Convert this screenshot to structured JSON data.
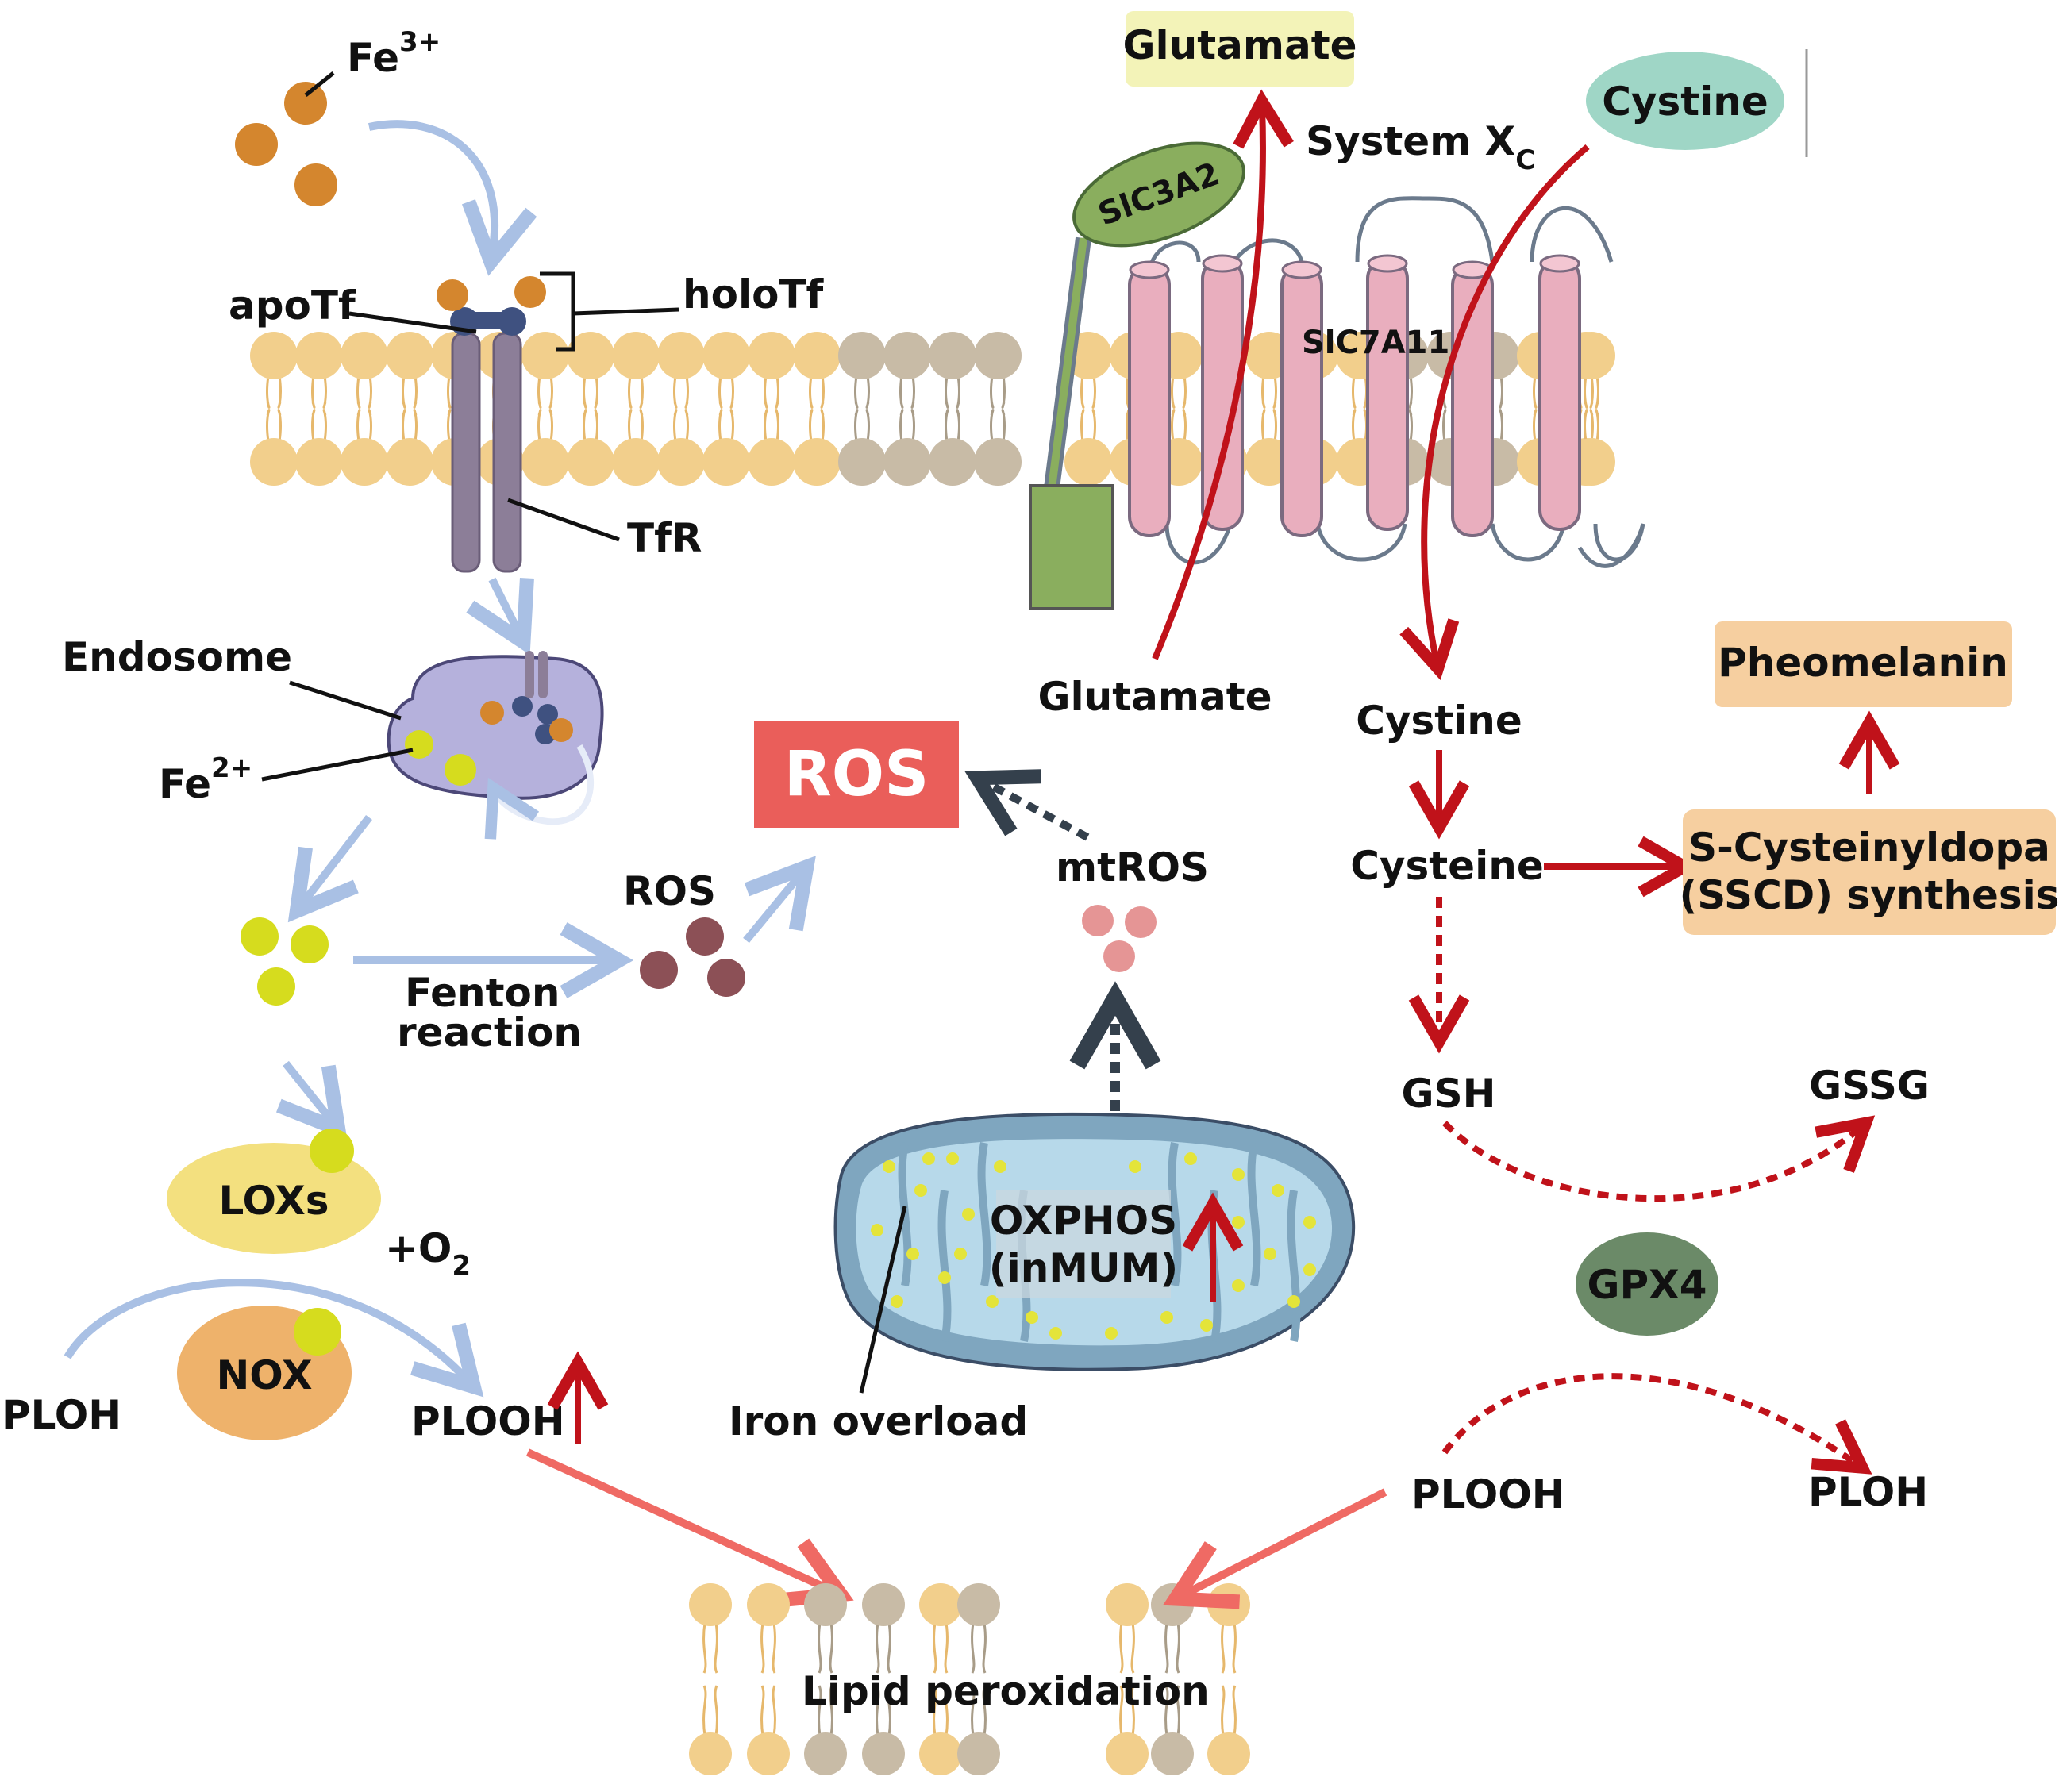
{
  "labels": {
    "fe3": "Fe",
    "fe3_sup": "3+",
    "apotf": "apoTf",
    "holotf": "holoTf",
    "tfr": "TfR",
    "endosome": "Endosome",
    "fe2": "Fe",
    "fe2_sup": "2+",
    "fenton_line1": "Fenton",
    "fenton_line2": "reaction",
    "ros_small": "ROS",
    "ros_big": "ROS",
    "mtros": "mtROS",
    "loxs": "LOXs",
    "o2": "+O",
    "o2_sub": "2",
    "nox": "NOX",
    "ploh_left": "PLOH",
    "plooh_left": "PLOOH",
    "oxphos_line1": "OXPHOS",
    "oxphos_line2": "(inMUM)",
    "iron_overload": "Iron overload",
    "lipid_peroxidation": "Lipid peroxidation",
    "glutamate_top": "Glutamate",
    "system_xc": "System X",
    "system_xc_sub": "C",
    "cystine_top": "Cystine",
    "slc3a2": "SlC3A2",
    "slc7a11": "SlC7A11",
    "glutamate_bottom": "Glutamate",
    "cystine_mid": "Cystine",
    "cysteine": "Cysteine",
    "sscd_line1": "S-Cysteinyldopa",
    "sscd_line2": "(SSCD) synthesis",
    "pheomelanin": "Pheomelanin",
    "gsh": "GSH",
    "gssg": "GSSG",
    "gpx4": "GPX4",
    "plooh_right": "PLOOH",
    "ploh_right": "PLOH"
  },
  "colors": {
    "iron_fe3": "#d4862e",
    "iron_fe2": "#d6dc1e",
    "lipid_head": "#f2cf8c",
    "lipid_head_grey": "#c8bba6",
    "blue_arrow": "#a9c0e4",
    "red_arrow": "#c0121a",
    "salmon_arrow": "#ef6a64",
    "dark_dotted": "#34404c",
    "tfr": "#8c7e98",
    "endosome": "#b5b1dc",
    "slc7a11": "#e9aebe",
    "slc3a2": "#8aae5e",
    "ros_box": "#ea5e5a",
    "glutamate_box": "#f3f3b8",
    "cystine_oval": "#9fd6c6",
    "pheomelanin_box": "#f6cfa0",
    "gpx4": "#6b8a68",
    "mito_outer": "#7fa6bf",
    "mito_inner": "#b7d9ea"
  }
}
